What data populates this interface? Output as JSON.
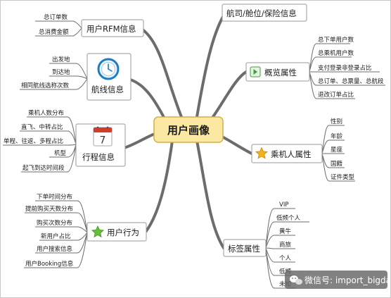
{
  "center": "用户画像",
  "branches": {
    "rfm": {
      "label": "用户RFM信息",
      "items": [
        "总订单数",
        "总消费金额"
      ]
    },
    "route": {
      "label": "航线信息",
      "items": [
        "出发地",
        "到达地",
        "相同航线选称次数"
      ]
    },
    "trip": {
      "label": "行程信息",
      "calendar_number": "7",
      "items": [
        "乘机人数分布",
        "直飞、中转占比",
        "单程、往返、多程占比",
        "机型",
        "起飞到达时间段"
      ]
    },
    "behavior": {
      "label": "用户行为",
      "items": [
        "下单时间分布",
        "提前购买天数分布",
        "购买次数分布",
        "新用户占比",
        "用户搜索信息",
        "用户Booking信息"
      ]
    },
    "flight": {
      "label": "航司/舱位/保险信息",
      "items": []
    },
    "overview": {
      "label": "概览属性",
      "items": [
        "总下单用户数",
        "总乘机用户数",
        "支付登录非登录占比",
        "总订单、总票量、总航段",
        "退改订单占比"
      ]
    },
    "passenger": {
      "label": "乘机人属性",
      "items": [
        "性别",
        "年龄",
        "星座",
        "国籍",
        "证件类型"
      ]
    },
    "tags": {
      "label": "标签属性",
      "items": [
        "VIP",
        "低频个人",
        "黄牛",
        "商旅",
        "个人",
        "低频",
        "未知"
      ]
    }
  },
  "watermark": "微信号: import_bigdata",
  "icons": {
    "route": "clock-icon",
    "trip": "calendar-icon",
    "behavior": "star-icon",
    "overview": "play-icon",
    "passenger": "star-icon",
    "watermark": "wechat-icon"
  },
  "colors": {
    "background": "#ffffff",
    "connector": "#6c6c6c",
    "center_fill": "#fbe9a3",
    "center_border": "#d4b04a",
    "accent_blue": "#1e7cc2",
    "star": "#f2b11b",
    "calendar_red": "#d53b2a",
    "play_green": "#3f9e3f",
    "watermark_bg": "#666666"
  }
}
